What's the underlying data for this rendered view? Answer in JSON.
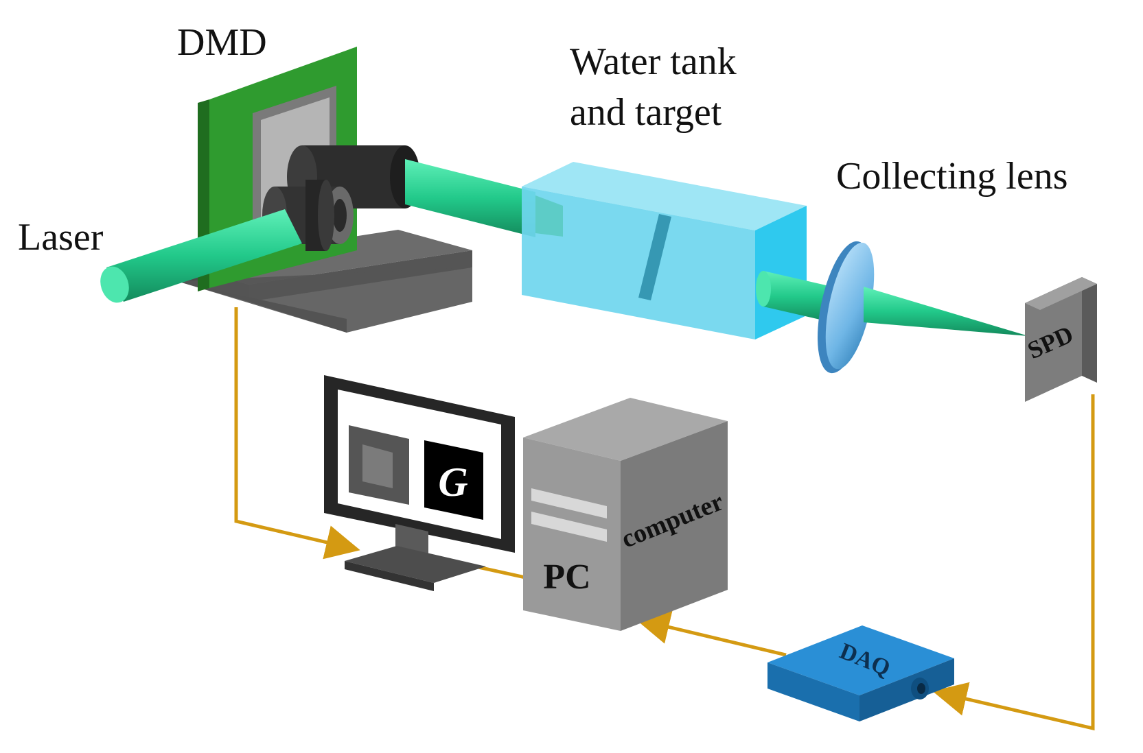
{
  "labels": {
    "dmd": "DMD",
    "water_tank_line1": "Water tank",
    "water_tank_line2": "and target",
    "collecting_lens": "Collecting lens",
    "laser": "Laser",
    "spd": "SPD",
    "computer": "computer",
    "pc": "PC",
    "daq": "DAQ",
    "screen_glyph": "G"
  },
  "colors": {
    "beam": "#22c98a",
    "cable": "#d49a12",
    "dmd_board": "#2f9b2f",
    "tank": "#48d6f2",
    "lens": "#5aa6dc",
    "daq": "#1f7fc8",
    "gray": "#8a8a8a"
  }
}
